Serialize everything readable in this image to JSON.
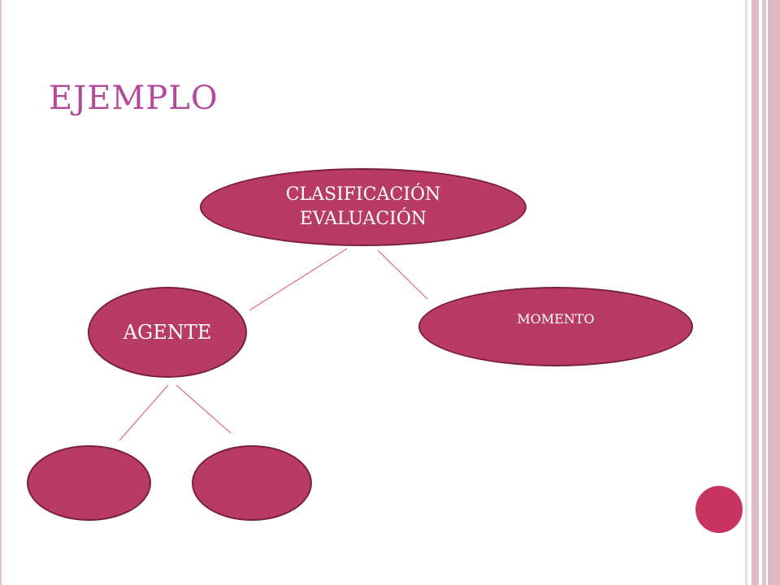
{
  "slide": {
    "title": "EJEMPLO"
  },
  "diagram": {
    "root": {
      "line1": "CLASIFICACIÓN",
      "line2": "EVALUACIÓN"
    },
    "children": [
      {
        "label": "AGENTE"
      },
      {
        "label": "MOMENTO"
      }
    ],
    "agent_children": [
      {
        "label": ""
      },
      {
        "label": ""
      }
    ]
  },
  "colors": {
    "node_fill": "#b83b66",
    "node_border": "#7a1f42",
    "title": "#b4489a",
    "connector": "#d9536f",
    "accent_dot": "#c8345f"
  }
}
